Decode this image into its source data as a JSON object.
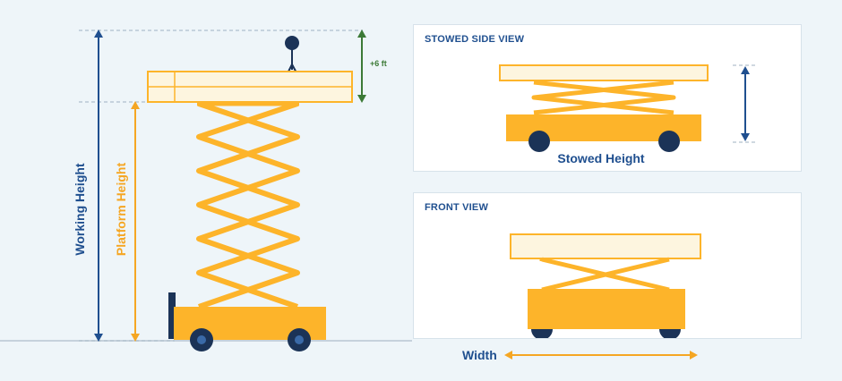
{
  "labels": {
    "working_height": "Working Height",
    "platform_height": "Platform Height",
    "plus_six": "+6 ft",
    "stowed_height": "Stowed Height",
    "width": "Width"
  },
  "panels": {
    "stowed_title": "STOWED SIDE VIEW",
    "front_title": "FRONT VIEW"
  },
  "colors": {
    "navy": "#1f4f8f",
    "orange": "#f5a623",
    "lift_yellow": "#fdb42a",
    "deck": "#fdf5df",
    "green": "#3c7a37",
    "wheel": "#1b3357",
    "background": "#eef5f9"
  }
}
